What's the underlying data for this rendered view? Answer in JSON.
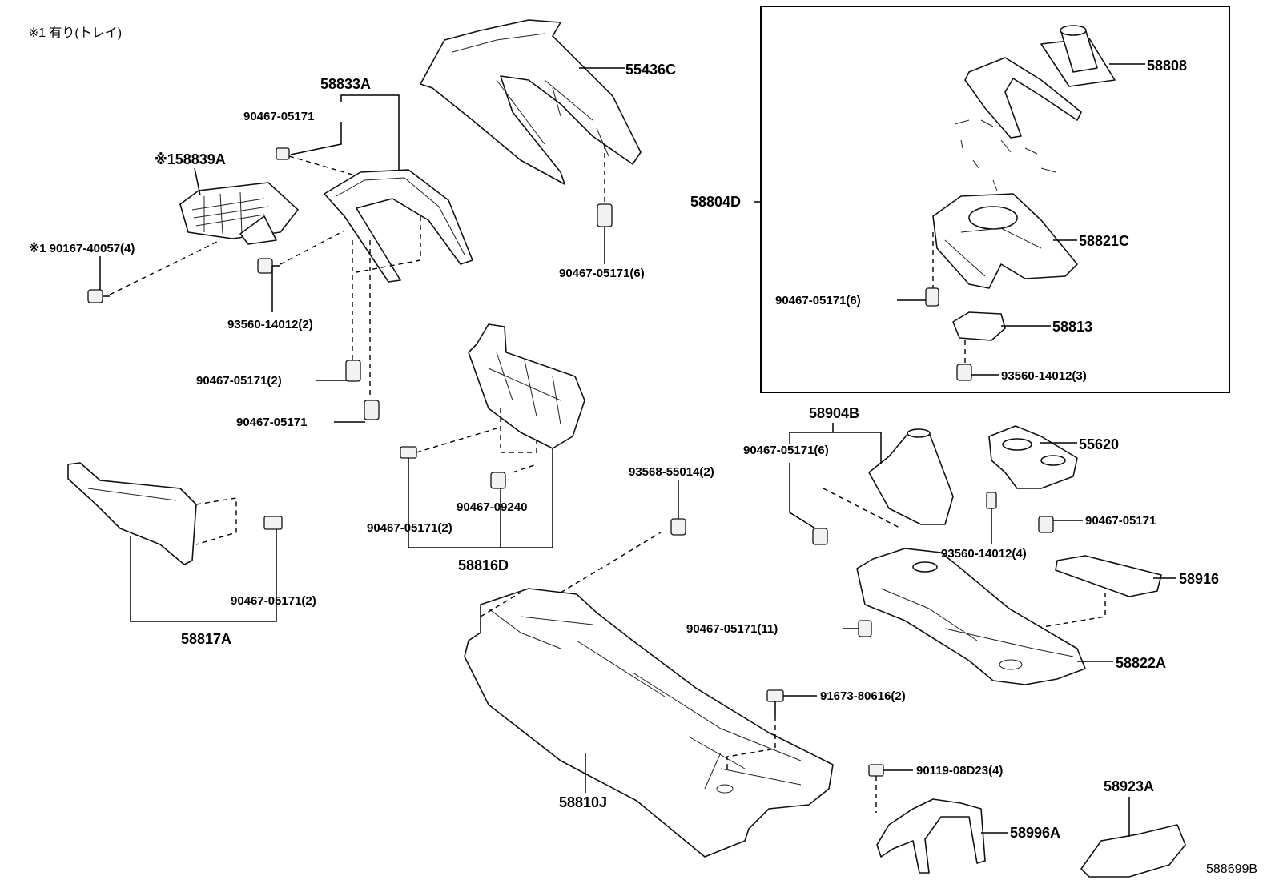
{
  "note": "※1 有り(トレイ)",
  "drawing_id": "588699B",
  "labels": {
    "p58833A": "58833A",
    "p90467_05171_a": "90467-05171",
    "p58839A": "※158839A",
    "p90167_40057": "※1 90167-40057(4)",
    "p93560_14012_2": "93560-14012(2)",
    "p90467_05171_2a": "90467-05171(2)",
    "p90467_05171_b": "90467-05171",
    "p55436C": "55436C",
    "p90467_05171_6a": "90467-05171(6)",
    "p58804D": "58804D",
    "p58808": "58808",
    "p58821C": "58821C",
    "p90467_05171_6b": "90467-05171(6)",
    "p58813": "58813",
    "p93560_14012_3": "93560-14012(3)",
    "p90467_09240": "90467-09240",
    "p90467_05171_2b": "90467-05171(2)",
    "p58816D": "58816D",
    "p93568_55014": "93568-55014(2)",
    "p58904B": "58904B",
    "p90467_05171_6c": "90467-05171(6)",
    "p55620": "55620",
    "p90467_05171_c": "90467-05171",
    "p93560_14012_4": "93560-14012(4)",
    "p58916": "58916",
    "p90467_05171_11": "90467-05171(11)",
    "p58822A": "58822A",
    "p90467_05171_2c": "90467-05171(2)",
    "p58817A": "58817A",
    "p91673_80616": "91673-80616(2)",
    "p58810J": "58810J",
    "p90119_08D23": "90119-08D23(4)",
    "p58996A": "58996A",
    "p58923A": "58923A"
  }
}
